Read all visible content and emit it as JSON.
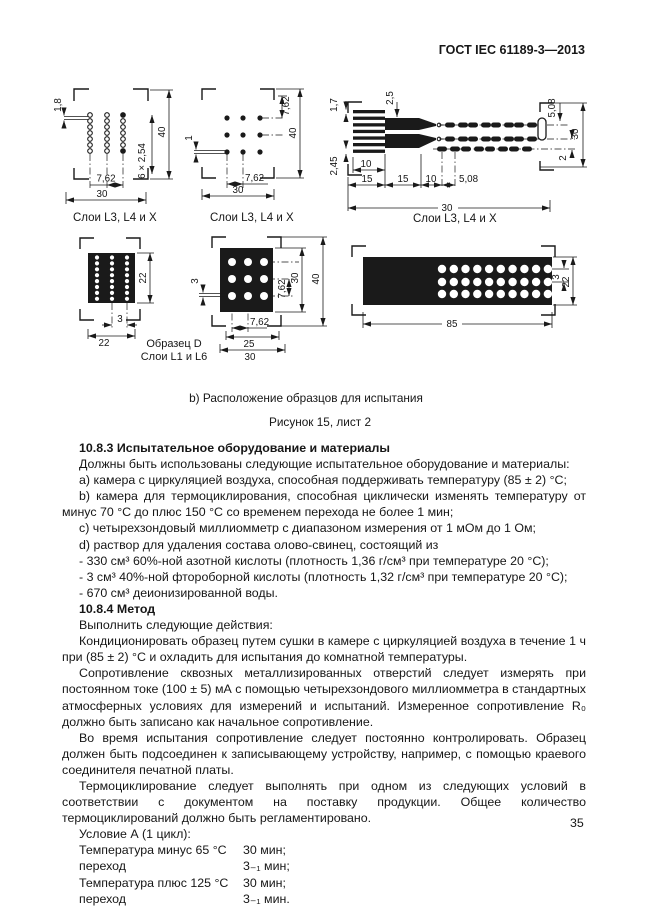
{
  "header": {
    "doc_code": "ГОСТ IEC 61189-3—2013"
  },
  "figure": {
    "caption_sub": "b) Расположение образцов для испытания",
    "caption_main": "Рисунок 15, лист 2",
    "d1": {
      "label": "Слои L3, L4 и X",
      "dim_18": "1,8",
      "dim_6x254": "6 × 2,54",
      "dim_40": "40",
      "dim_762": "7,62",
      "dim_30": "30"
    },
    "d2": {
      "label": "Слои L3, L4 и X",
      "dim_1": "1",
      "dim_762_top": "7,62",
      "dim_40": "40",
      "dim_762_bot": "7,62",
      "dim_30": "30"
    },
    "d3": {
      "label": "Слои L3, L4 и X",
      "dim_17": "1,7",
      "dim_25": "2,5",
      "dim_245": "2,45",
      "dim_508_right": "5,08",
      "dim_30_right": "30",
      "dim_2": "2",
      "dim_10a": "10",
      "dim_15a": "15",
      "dim_15b": "15",
      "dim_10b": "10",
      "dim_508_bot": "5,08",
      "dim_30_bot": "30"
    },
    "d4": {
      "label_line1": "Образец D",
      "label_line2": "Слои L1 и L6",
      "dim_22_right": "22",
      "dim_3": "3",
      "dim_22_bot": "22"
    },
    "d5": {
      "dim_3": "3",
      "dim_762_right": "7,62",
      "dim_30_right": "30",
      "dim_40": "40",
      "dim_762_bot": "7,62",
      "dim_25": "25",
      "dim_30_bot": "30"
    },
    "d6": {
      "dim_3": "3",
      "dim_22": "22",
      "dim_85": "85"
    }
  },
  "content": {
    "s3_title": "10.8.3 Испытательное оборудование и материалы",
    "s3_intro": "Должны быть использованы следующие испытательное оборудование и материалы:",
    "item_a": "a) камера с циркуляцией воздуха, способная поддерживать температуру (85 ± 2) °С;",
    "item_b": "b) камера для термоциклирования, способная циклически изменять температуру от минус 70 °С до плюс 150 °С со временем перехода не более 1 мин;",
    "item_c": "c) четырехзондовый миллиомметр с диапазоном измерения от 1 мОм до 1 Ом;",
    "item_d": "d) раствор для удаления состава олово-свинец, состоящий из",
    "item_d1": "- 330 см³ 60%-ной азотной кислоты (плотность 1,36 г/см³ при температуре 20 °С);",
    "item_d2": "- 3 см³ 40%-ной фтороборной кислоты (плотность 1,32 г/см³ при температуре 20 °С);",
    "item_d3": "- 670 см³ деионизированной воды.",
    "s4_title": "10.8.4 Метод",
    "s4_intro": "Выполнить следующие действия:",
    "p1": "Кондиционировать образец путем сушки в камере с циркуляцией воздуха в течение 1 ч при (85 ± 2) °С и охладить для испытания до комнатной температуры.",
    "p2": "Сопротивление сквозных металлизированных отверстий следует измерять при постоянном токе (100 ± 5) мА с помощью четырехзондового миллиомметра в стандартных атмосферных условиях для измерений и испытаний. Измеренное сопротивление R₀ должно быть записано как начальное сопротивление.",
    "p3": "Во время испытания сопротивление следует постоянно контролировать. Образец должен быть подсоединен к записывающему устройству, например, с помощью краевого соединителя печатной платы.",
    "p4": "Термоциклирование следует выполнять при одном из следующих условий в соответствии с документом на поставку продукции. Общее количество термоциклирований должно быть регламентировано.",
    "condition_title": "Условие А (1 цикл):",
    "conditions": [
      {
        "label": "Температура минус 65 °С",
        "value": "30 мин;"
      },
      {
        "label": "переход",
        "value": "3₋₁ мин;"
      },
      {
        "label": "Температура плюс 125 °С",
        "value": "30 мин;"
      },
      {
        "label": "переход",
        "value": "3₋₁ мин."
      }
    ]
  },
  "footer": {
    "page_number": "35"
  }
}
